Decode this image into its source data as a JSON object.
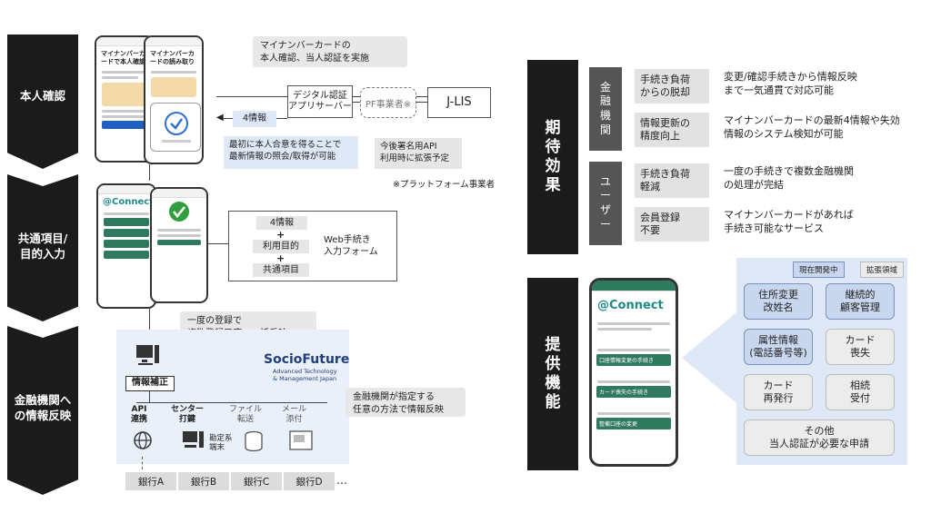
{
  "steps": {
    "s1": "本人確認",
    "s2": "共通項目/\n目的入力",
    "s3": "金融機関へ\nの情報反映"
  },
  "phone1": {
    "left_title": "マイナンバーカードで本人確認",
    "right_title": "マイナンバーカードの読み取り"
  },
  "phone2": {
    "logo": "@Connect"
  },
  "flow1": {
    "callout": "マイナンバーカードの\n本人確認、当人認証を実施",
    "app_server": "デジタル認証\nアプリサーバー",
    "pf": "PF事業者※",
    "jlis": "J-LIS",
    "four_info": "4情報",
    "blue_note": "最初に本人合意を得ることで\n最新情報の照会/取得が可能",
    "gray_note": "今後署名用API\n利用時に拡張予定",
    "footnote": "※プラットフォーム事業者"
  },
  "flow2": {
    "item1": "4情報",
    "plus1": "+",
    "item2": "利用目的",
    "plus2": "+",
    "item3": "共通項目",
    "web_form": "Web手続き\n入力フォーム"
  },
  "flow3": {
    "callout1": "一度の登録で\n複数登録口座へ一括反映",
    "brand": "SocioFuture",
    "brand_sub": "Advanced Technology\n& Management Japan",
    "info_fix": "情報補正",
    "callout2": "金融機関が指定する\n任意の方法で情報反映",
    "api": "API\n連携",
    "center": "センター\n打鍵",
    "file": "ファイル\n転送",
    "mail": "メール\n添付",
    "terminal": "勘定系\n端末",
    "banks": [
      "銀行A",
      "銀行B",
      "銀行C",
      "銀行D"
    ],
    "ellipsis": "…"
  },
  "effects": {
    "header": "期\n待\n効\n果",
    "groups": [
      {
        "label": "金\n融\n機\n関",
        "rows": [
          {
            "title": "手続き負荷\nからの脱却",
            "desc": "変更/確認手続きから情報反映\nまで一気通貫で対応可能"
          },
          {
            "title": "情報更新の\n精度向上",
            "desc": "マイナンバーカードの最新4情報や失効\n情報のシステム検知が可能"
          }
        ]
      },
      {
        "label": "ユ\nー\nザ\nー",
        "rows": [
          {
            "title": "手続き負荷\n軽減",
            "desc": "一度の手続きで複数金融機関\nの処理が完結"
          },
          {
            "title": "会員登録\n不要",
            "desc": "マイナンバーカードがあれば\n手続き可能なサービス"
          }
        ]
      }
    ]
  },
  "features": {
    "header": "提\n供\n機\n能",
    "legend_dev": "現在開発中",
    "legend_ext": "拡張領域",
    "phone_logo": "@Connect",
    "phone_buttons": [
      "口座情報変更の手続き",
      "カード喪失の手続き",
      "整備口座の変更"
    ],
    "items": [
      {
        "label": "住所変更\n改姓名",
        "kind": "dev"
      },
      {
        "label": "継続的\n顧客管理",
        "kind": "dev"
      },
      {
        "label": "属性情報\n(電話番号等)",
        "kind": "dev"
      },
      {
        "label": "カード\n喪失",
        "kind": "ext"
      },
      {
        "label": "カード\n再発行",
        "kind": "ext"
      },
      {
        "label": "相続\n受付",
        "kind": "ext"
      },
      {
        "label": "その他\n当人認証が必要な申請",
        "kind": "ext"
      }
    ]
  },
  "colors": {
    "step_bg": "#1b1b1b",
    "dev_bg": "#c8d7ee",
    "ext_bg": "#ececec",
    "accent_green": "#2f7a5e",
    "accent_teal": "#1f8a8a"
  }
}
